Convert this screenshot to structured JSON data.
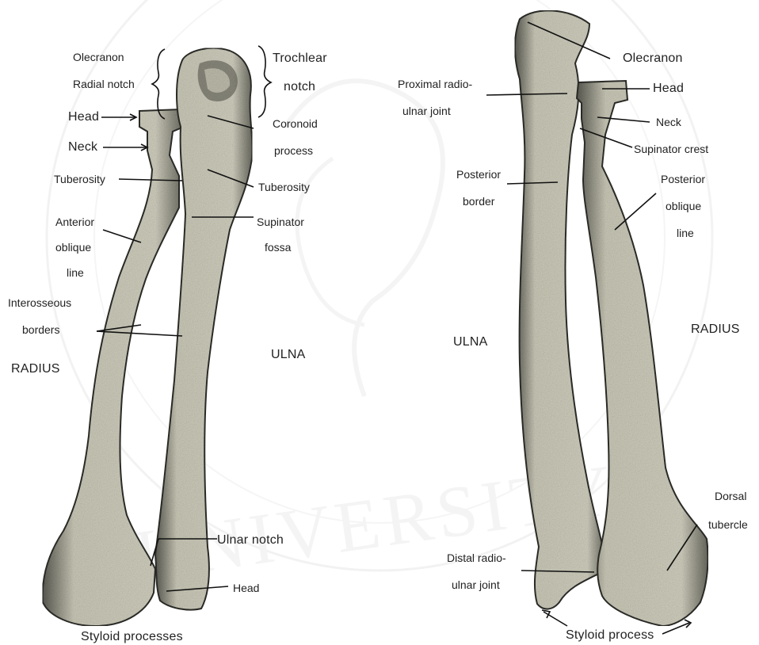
{
  "watermark": {
    "text": "UNIVERSITY"
  },
  "anterior_view": {
    "labels": {
      "olecranon": "Olecranon",
      "radial_notch": "Radial notch",
      "trochlear_1": "Trochlear",
      "trochlear_2": "notch",
      "head_top": "Head",
      "neck": "Neck",
      "coronoid_1": "Coronoid",
      "coronoid_2": "process",
      "tuberosity_left": "Tuberosity",
      "tuberosity_right": "Tuberosity",
      "anterior_1": "Anterior",
      "anterior_2": "oblique",
      "anterior_3": "line",
      "supinator_1": "Supinator",
      "supinator_2": "fossa",
      "interosseous_1": "Interosseous",
      "interosseous_2": "borders",
      "radius": "RADIUS",
      "ulna": "ULNA",
      "ulnar_notch": "Ulnar notch",
      "head_bottom": "Head",
      "styloid": "Styloid processes"
    }
  },
  "posterior_view": {
    "labels": {
      "olecranon": "Olecranon",
      "proximal_1": "Proximal radio-",
      "proximal_2": "ulnar joint",
      "head": "Head",
      "neck": "Neck",
      "supinator_crest": "Supinator crest",
      "posterior_border_1": "Posterior",
      "posterior_border_2": "border",
      "posterior_oblique_1": "Posterior",
      "posterior_oblique_2": "oblique",
      "posterior_oblique_3": "line",
      "ulna": "ULNA",
      "radius": "RADIUS",
      "dorsal_1": "Dorsal",
      "dorsal_2": "tubercle",
      "distal_1": "Distal radio-",
      "distal_2": "ulnar joint",
      "styloid": "Styloid process"
    }
  },
  "colors": {
    "bone_fill": "#c9c7b6",
    "bone_shadow": "#3a3a36",
    "leader": "#111111",
    "watermark": "#e6e6e6"
  }
}
